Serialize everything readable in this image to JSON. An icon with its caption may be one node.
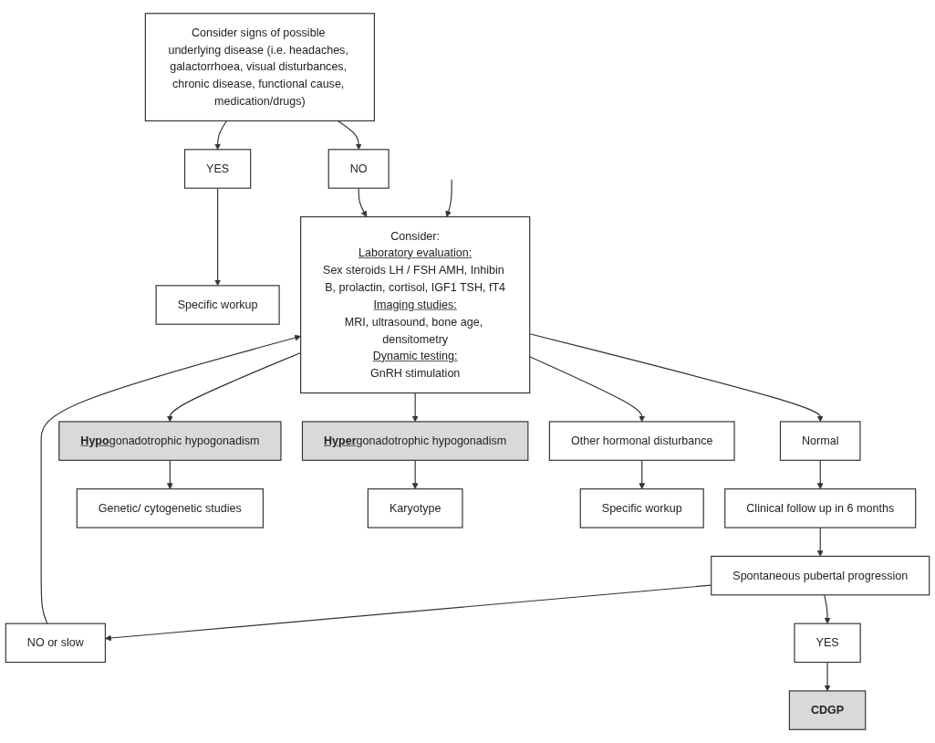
{
  "diagram": {
    "nodes": [
      {
        "text": [
          "Consider signs of possible underlying disease (i.e. headaches, galactorrhoea, visual disturbances, chronic disease, functional cause, medication/drugs)"
        ]
      },
      {
        "text": [
          "NO"
        ]
      },
      {
        "text": [
          "YES"
        ]
      },
      {
        "text": [
          "Specific workup"
        ]
      },
      {
        "text": [
          "Clinical follow up in 6 months"
        ]
      },
      {
        "text": [
          "Spontaneous pubertal progression"
        ]
      },
      {
        "text": [
          "NO or slow"
        ]
      },
      {
        "text": [
          "YES"
        ]
      },
      {
        "text": [
          "CDGP"
        ]
      },
      {
        "text": [
          "Consider:",
          "Laboratory evaluation:",
          "Sex steroids LH / FSH AMH, Inhibin B, prolactin, cortisol, IGF1 TSH, fT4",
          "Imaging studies:",
          "MRI, ultrasound, bone age, densitometry",
          "Dynamic testing:",
          "GnRH stimulation"
        ]
      },
      {
        "text": [
          "Normal"
        ]
      },
      {
        "text": [
          "**Hypo**gonadotrophic hypogonadism"
        ]
      },
      {
        "text": [
          "**Hyper**gonadotrophic hypogonadism"
        ]
      },
      {
        "text": [
          "Other hormonal disturbance"
        ]
      },
      {
        "text": [
          "Genetic/ cytogenetic studies"
        ]
      },
      {
        "text": [
          "Karyotype"
        ]
      },
      {
        "text": [
          "Specific workup"
        ]
      }
    ],
    "edges": [
      {
        "from": null,
        "to": 9,
        "arrow": "to"
      },
      {
        "from": 0,
        "to": 1,
        "arrow": "to"
      },
      {
        "from": 0,
        "to": 2,
        "arrow": "to"
      },
      {
        "from": 1,
        "to": 9,
        "arrow": "to"
      },
      {
        "from": 2,
        "to": 3,
        "arrow": "to"
      },
      {
        "from": 4,
        "to": 5,
        "arrow": "to"
      },
      {
        "from": 5,
        "to": 6,
        "arrow": "to"
      },
      {
        "from": 5,
        "to": 7,
        "arrow": "to"
      },
      {
        "from": 7,
        "to": 8,
        "arrow": "to"
      },
      {
        "from": 6,
        "to": 9,
        "arrow": "to"
      },
      {
        "from": 9,
        "to": 10,
        "arrow": "to"
      },
      {
        "from": 10,
        "to": 4,
        "arrow": "to"
      },
      {
        "from": 9,
        "to": 11,
        "arrow": "to"
      },
      {
        "from": 9,
        "to": 12,
        "arrow": "to"
      },
      {
        "from": 9,
        "to": 13,
        "arrow": "to"
      },
      {
        "from": 11,
        "to": 14,
        "arrow": "to"
      },
      {
        "from": 12,
        "to": 15,
        "arrow": "to"
      },
      {
        "from": 13,
        "to": 16,
        "arrow": "to"
      }
    ]
  }
}
